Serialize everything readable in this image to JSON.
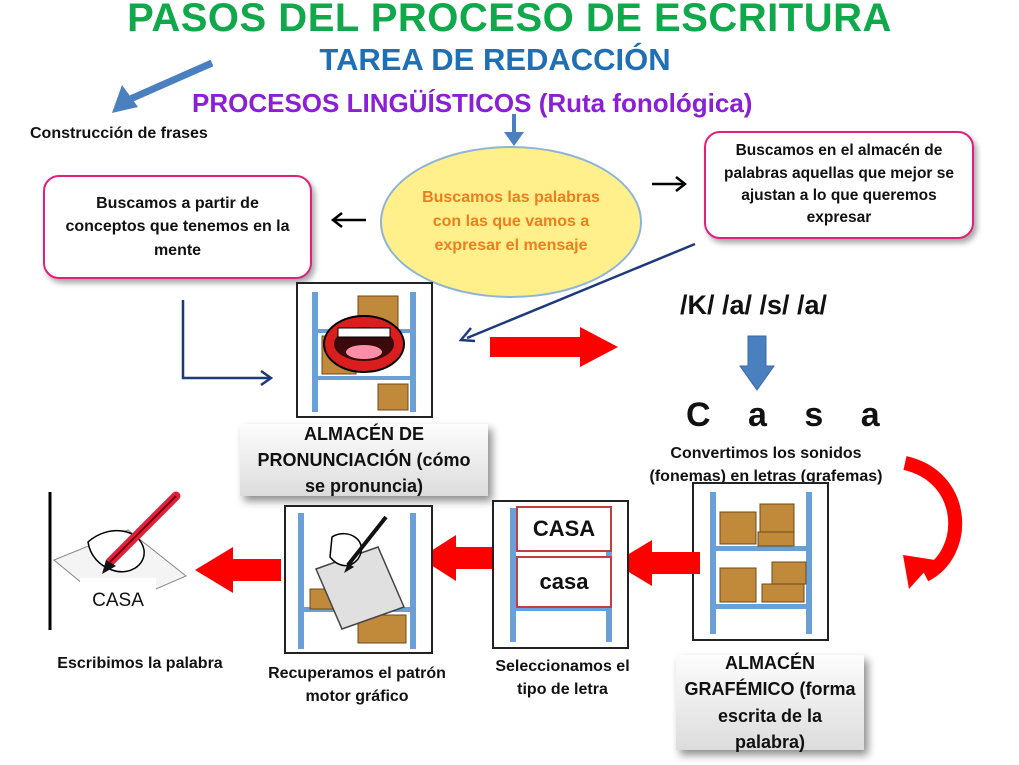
{
  "header": {
    "title": "PASOS DEL PROCESO DE ESCRITURA",
    "subtitle": "TAREA DE REDACCIÓN",
    "processes": "PROCESOS LINGÜÍSTICOS (Ruta fonológica)"
  },
  "steps": {
    "sentence_construction": "Construcción de frases",
    "concepts": "Buscamos a partir de conceptos que tenemos en la mente",
    "search_words": "Buscamos las palabras con las que vamos a expresar el mensaje",
    "lexicon_store": "Buscamos en el almacén de palabras aquellas que mejor se ajustan a lo que queremos expresar",
    "phonemes": "/K/ /a/ /s/ /a/",
    "word_letters": "C a s a",
    "convert_sounds": "Convertimos los sonidos (fonemas) en letras (grafemas)",
    "pronunciation_store": "ALMACÉN DE PRONUNCIACIÓN (cómo se pronuncia)",
    "graphemic_store": "ALMACÉN GRAFÉMICO (forma escrita de la palabra)",
    "select_font": "Seleccionamos el tipo de letra",
    "motor_pattern": "Recuperamos el patrón motor gráfico",
    "write_word": "Escribimos la palabra"
  },
  "word_samples": {
    "upper": "CASA",
    "lower": "casa",
    "written": "CASA"
  },
  "colors": {
    "title": "#0fa84a",
    "subtitle": "#1f6fb5",
    "processes": "#8a1fd6",
    "ellipse_fill": "#fff08c",
    "ellipse_text": "#f07d1e",
    "pink_border": "#e0207a",
    "red_arrow": "#ff0000",
    "blue_arrow": "#4a7fc0",
    "navy_line": "#1f3a7a"
  }
}
